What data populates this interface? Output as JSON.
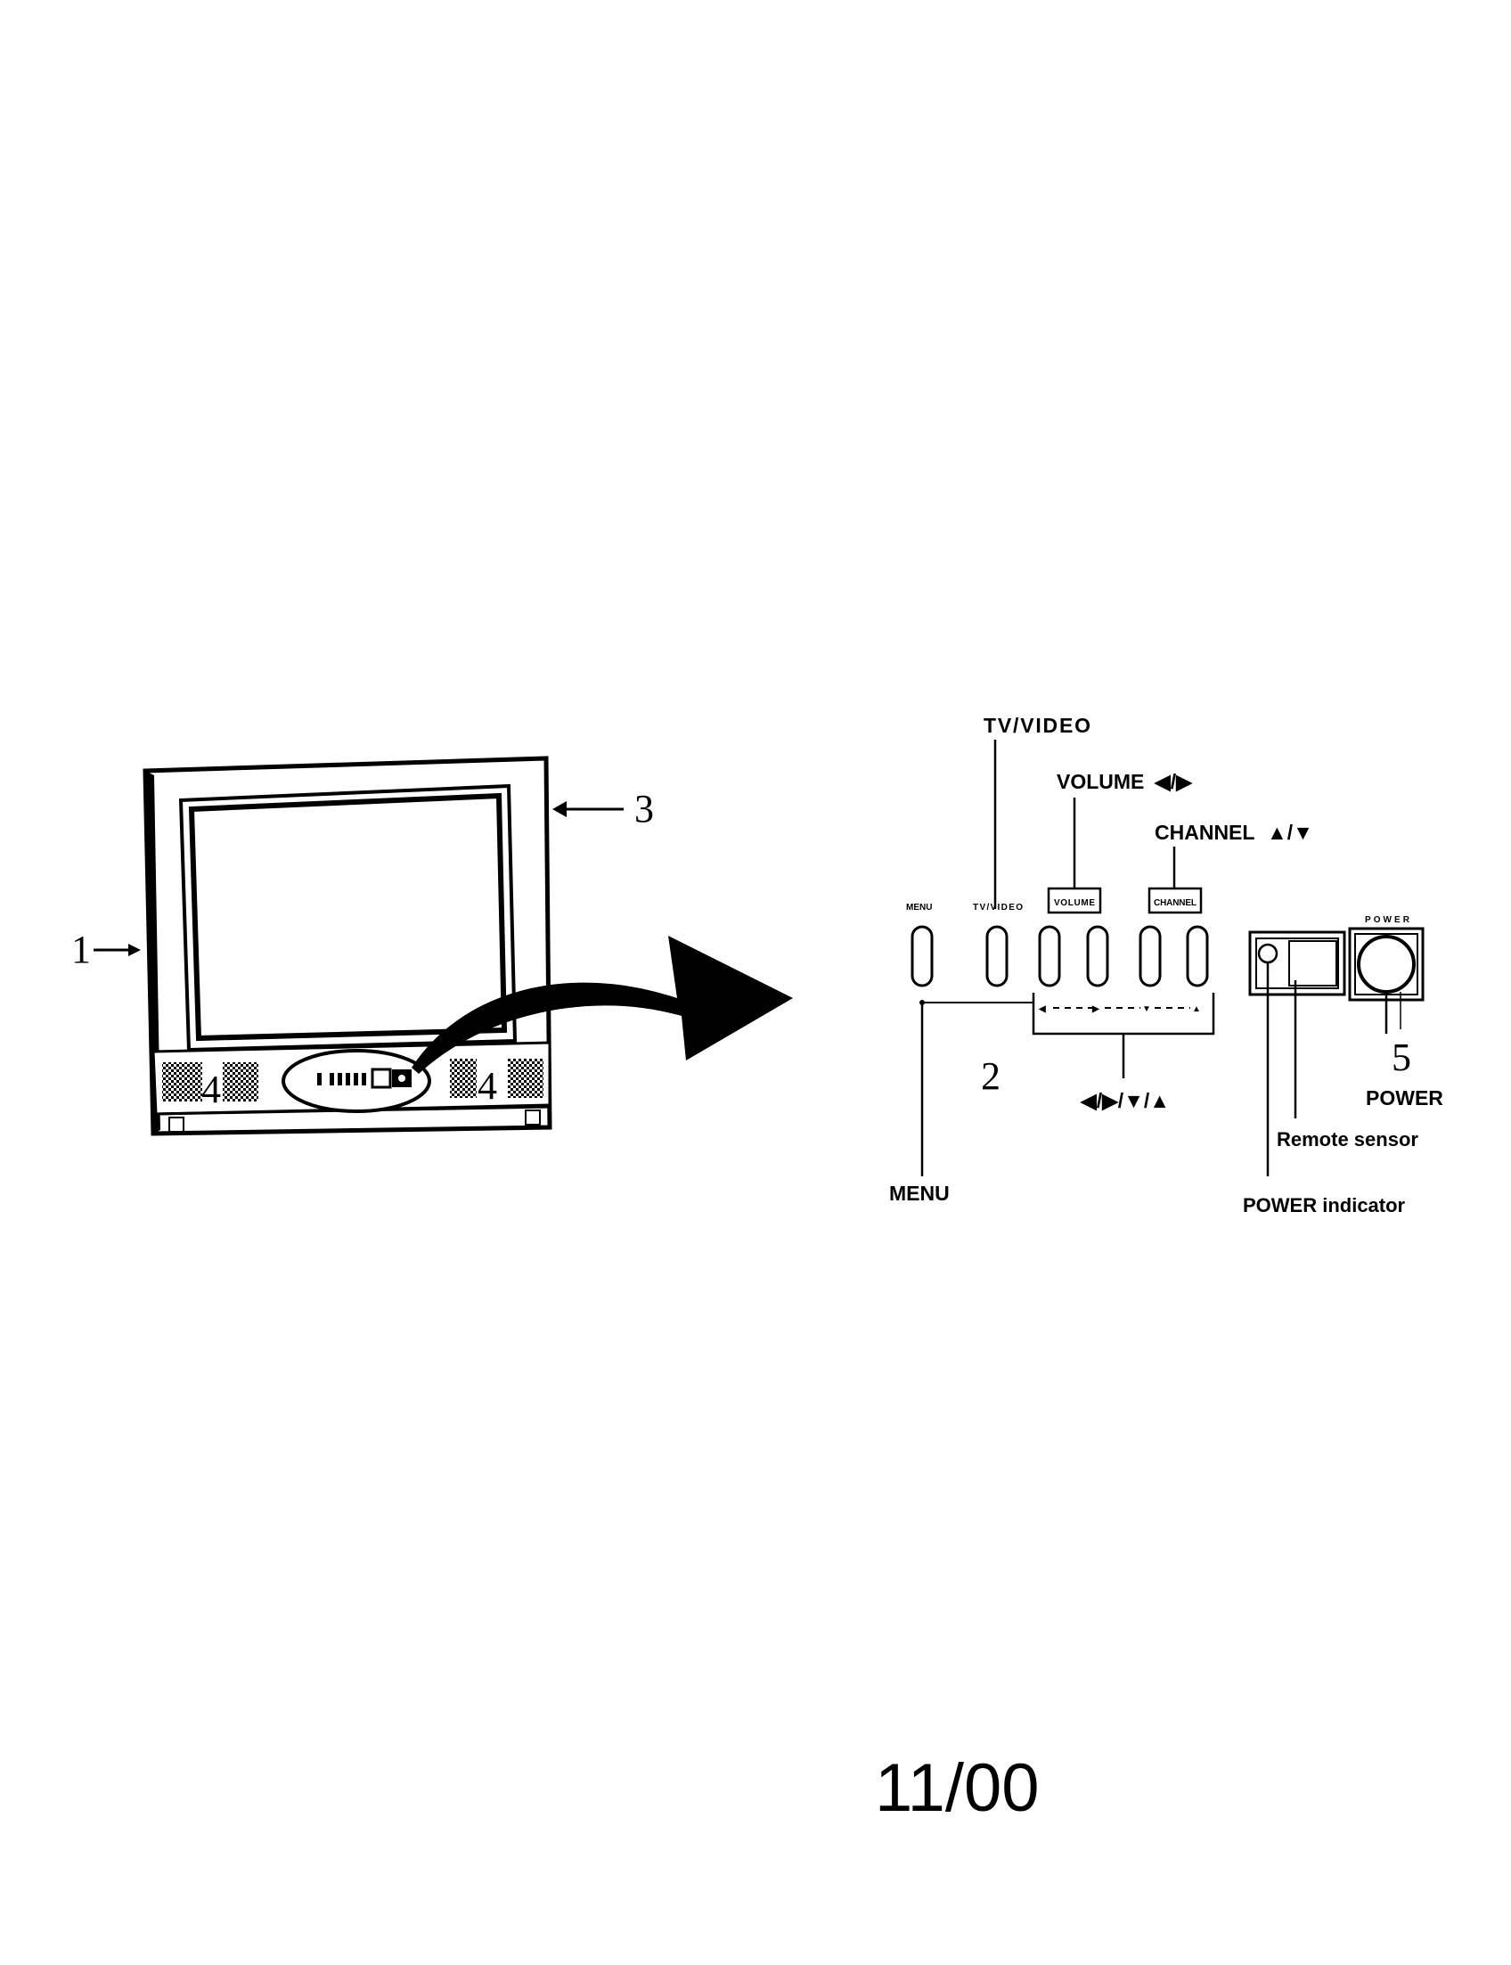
{
  "callouts": {
    "n1": "1",
    "n2": "2",
    "n3": "3",
    "n4": "4",
    "n5": "5"
  },
  "panel_labels": {
    "tv_video": "TV/VIDEO",
    "volume": "VOLUME",
    "channel": "CHANNEL",
    "arrows": "◀/▶/▼/▲",
    "menu": "MENU",
    "power": "POWER",
    "remote_sensor": "Remote sensor",
    "power_indicator": "POWER indicator"
  },
  "button_labels": {
    "menu": "MENU",
    "tv_video": "TV/VIDEO",
    "volume": "VOLUME",
    "channel": "CHANNEL",
    "power": "POWER"
  },
  "arrow_glyphs": {
    "left": "◀",
    "right": "▶",
    "down": "▼",
    "up": "▲"
  },
  "footer": {
    "date": "11/00"
  }
}
